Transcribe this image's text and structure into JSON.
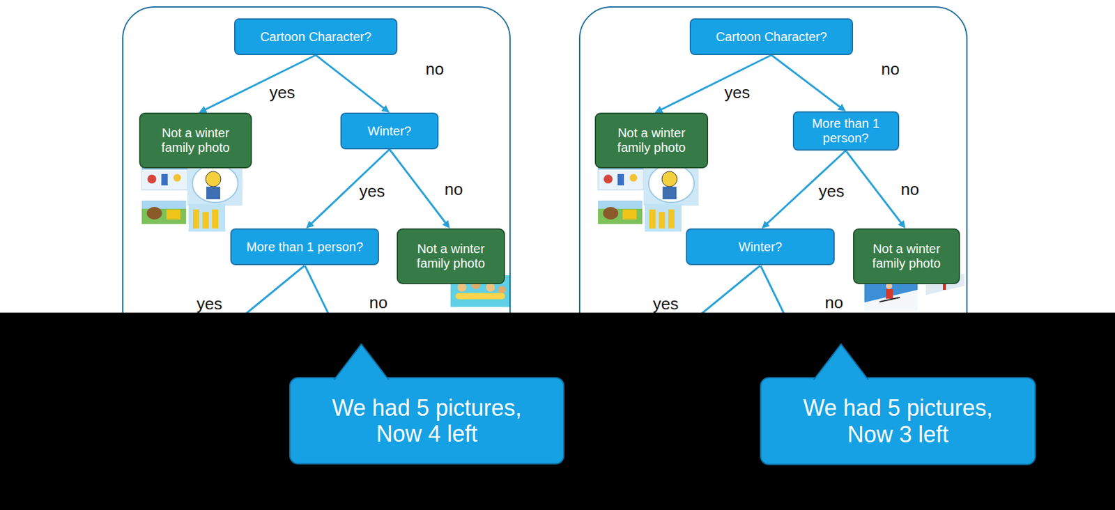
{
  "diagram": {
    "nodes": [
      {
        "text": [
          "Cartoon Character?"
        ]
      },
      {
        "text": [
          "Not a winter family photo"
        ]
      },
      {
        "text": [
          "Winter?"
        ]
      },
      {
        "text": [
          "More than 1 person?"
        ]
      },
      {
        "text": [
          "Not a winter family photo"
        ]
      },
      {
        "text": [
          "Cartoon Character?"
        ]
      },
      {
        "text": [
          "Not a winter family photo"
        ]
      },
      {
        "text": [
          "More than 1 person?"
        ]
      },
      {
        "text": [
          "Winter?"
        ]
      },
      {
        "text": [
          "Not a winter family photo"
        ]
      },
      {
        "text": [
          "We had 5 pictures, Now 4 left"
        ]
      },
      {
        "text": [
          "We had 5 pictures, Now 3 left"
        ]
      }
    ],
    "edges": [
      {
        "from": 0,
        "to": 1,
        "label": "yes",
        "arrow": "to"
      },
      {
        "from": 0,
        "to": 2,
        "label": "no",
        "arrow": "to"
      },
      {
        "from": 2,
        "to": 3,
        "label": "yes",
        "arrow": "to"
      },
      {
        "from": 2,
        "to": 4,
        "label": "no",
        "arrow": "to"
      },
      {
        "from": 5,
        "to": 6,
        "label": "yes",
        "arrow": "to"
      },
      {
        "from": 5,
        "to": 7,
        "label": "no",
        "arrow": "to"
      },
      {
        "from": 7,
        "to": 8,
        "label": "yes",
        "arrow": "to"
      },
      {
        "from": 7,
        "to": 9,
        "label": "no",
        "arrow": "to"
      }
    ],
    "labels": [
      "yes",
      "no",
      "yes",
      "no"
    ]
  }
}
